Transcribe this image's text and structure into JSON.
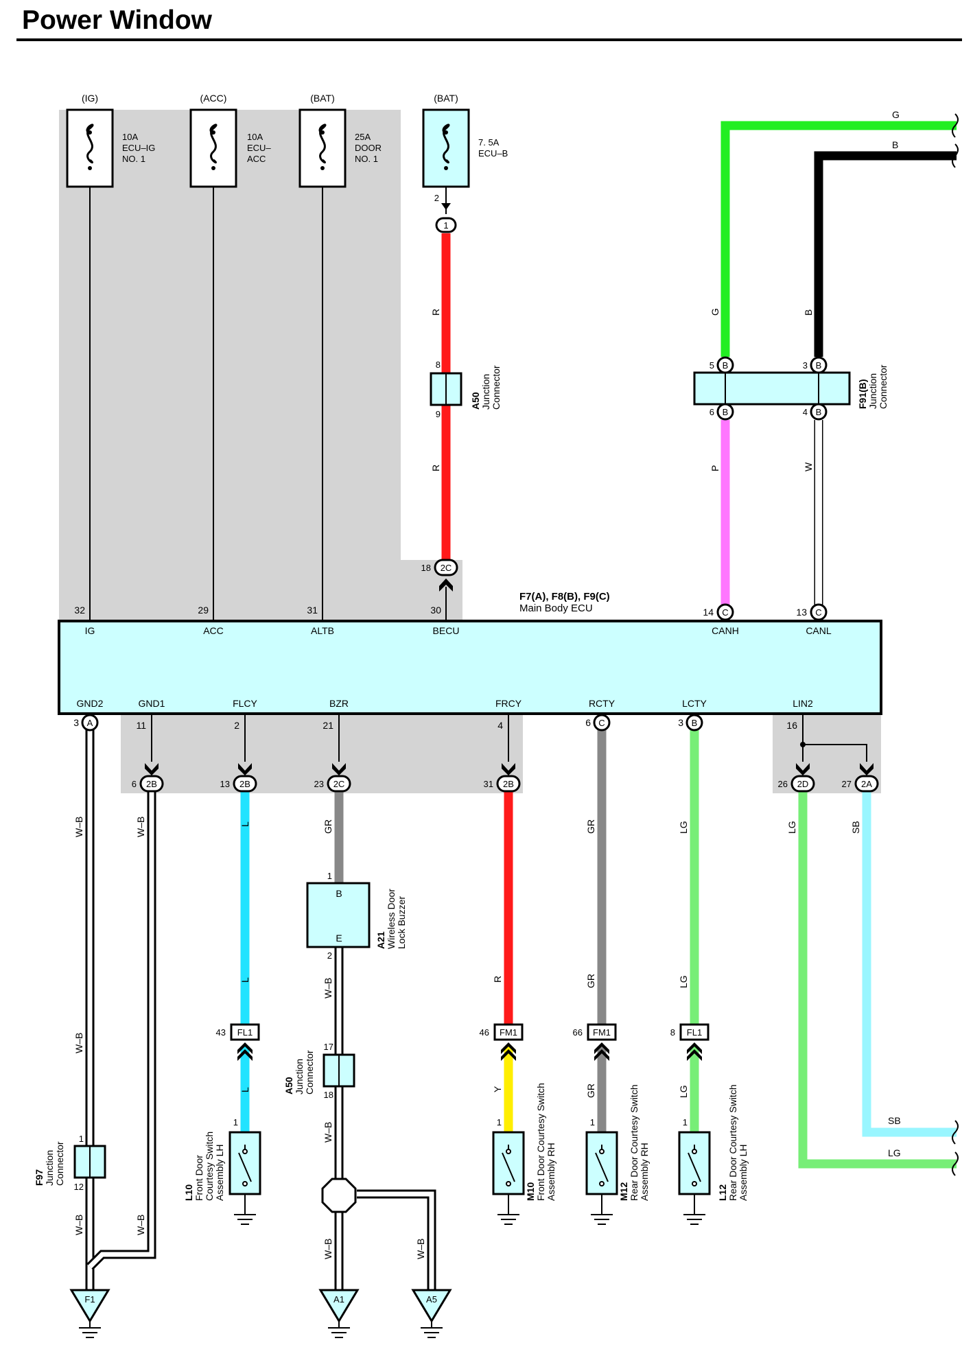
{
  "title": "Power Window",
  "colors": {
    "R": "#ff1a1a",
    "G": "#22ee22",
    "B": "#000000",
    "P": "#ff77ff",
    "W": "#ffffff",
    "L": "#22e3ff",
    "GR": "#888888",
    "LG": "#77ee77",
    "SB": "#99f6ff",
    "Y": "#ffee00",
    "component_fill": "#ccffff",
    "shade": "#d4d4d4"
  },
  "fuses": [
    {
      "source": "(IG)",
      "rating": [
        "10A",
        "ECU–IG",
        "NO. 1"
      ]
    },
    {
      "source": "(ACC)",
      "rating": [
        "10A",
        "ECU–",
        "ACC"
      ]
    },
    {
      "source": "(BAT)",
      "rating": [
        "25A",
        "DOOR",
        "NO. 1"
      ]
    },
    {
      "source": "(BAT)",
      "rating": [
        "7. 5A",
        "ECU–B"
      ],
      "pin": "2"
    }
  ],
  "wire_labels": [
    "R",
    "R",
    "G",
    "B",
    "P",
    "W",
    "G",
    "B",
    "W–B",
    "W–B",
    "L",
    "GR",
    "R",
    "GR",
    "LG",
    "LG",
    "SB",
    "W–B",
    "L",
    "L",
    "W–B",
    "W–B",
    "R",
    "Y",
    "GR",
    "GR",
    "LG",
    "LG",
    "W–B",
    "W–B",
    "W–B",
    "W–B",
    "SB",
    "LG"
  ],
  "junction_connector_a50_top": {
    "code": "A50",
    "name": [
      "Junction",
      "Connector"
    ],
    "pin_in": "8",
    "pin_out": "9",
    "top_pin": "1"
  },
  "junction_connector_f91": {
    "code": "F91(B)",
    "name": [
      "Junction",
      "Connector"
    ],
    "pins": [
      "5",
      "3",
      "6",
      "4"
    ],
    "mark": "B"
  },
  "ecu": {
    "connectors": "F7(A), F8(B), F9(C)",
    "name": "Main Body ECU",
    "top_pins": [
      {
        "num": "32",
        "label": "IG"
      },
      {
        "num": "29",
        "label": "ACC"
      },
      {
        "num": "31",
        "label": "ALTB"
      },
      {
        "num": "30",
        "label": "BECU"
      },
      {
        "num": "14",
        "label": "CANH",
        "mark": "C"
      },
      {
        "num": "13",
        "label": "CANL",
        "mark": "C"
      }
    ],
    "bottom_pins": [
      {
        "num": "3",
        "label": "GND2",
        "mark": "A"
      },
      {
        "num": "11",
        "label": "GND1"
      },
      {
        "num": "2",
        "label": "FLCY"
      },
      {
        "num": "21",
        "label": "BZR"
      },
      {
        "num": "4",
        "label": "FRCY"
      },
      {
        "num": "6",
        "label": "RCTY",
        "mark": "C"
      },
      {
        "num": "3",
        "label": "LCTY",
        "mark": "B"
      },
      {
        "num": "16",
        "label": "LIN2"
      }
    ]
  },
  "junction_blocks": [
    {
      "num": "18",
      "mark": "2C"
    },
    {
      "num": "6",
      "mark": "2B"
    },
    {
      "num": "13",
      "mark": "2B"
    },
    {
      "num": "23",
      "mark": "2C"
    },
    {
      "num": "31",
      "mark": "2B"
    },
    {
      "num": "26",
      "mark": "2D"
    },
    {
      "num": "27",
      "mark": "2A"
    }
  ],
  "buzzer": {
    "code": "A21",
    "name": [
      "Wireless Door",
      "Lock Buzzer"
    ],
    "terminals": [
      "B",
      "E"
    ],
    "pins": [
      "1",
      "2"
    ]
  },
  "junction_connector_a50_bottom": {
    "code": "A50",
    "name": [
      "Junction",
      "Connector"
    ],
    "pins": [
      "17",
      "18"
    ]
  },
  "junction_connector_f97": {
    "code": "F97",
    "name": [
      "Junction",
      "Connector"
    ],
    "pins": [
      "1",
      "12"
    ]
  },
  "inline_connectors": [
    {
      "num": "43",
      "label": "FL1"
    },
    {
      "num": "46",
      "label": "FM1"
    },
    {
      "num": "66",
      "label": "FM1"
    },
    {
      "num": "8",
      "label": "FL1"
    }
  ],
  "switches": [
    {
      "code": "L10",
      "name": [
        "Front Door",
        "Courtesy Switch",
        "Assembly LH"
      ],
      "pin": "1"
    },
    {
      "code": "M10",
      "name": [
        "Front Door Courtesy Switch",
        "Assembly RH"
      ],
      "pin": "1"
    },
    {
      "code": "M12",
      "name": [
        "Rear Door Courtesy Switch",
        "Assembly RH"
      ],
      "pin": "1"
    },
    {
      "code": "L12",
      "name": [
        "Rear Door Courtesy Switch",
        "Assembly LH"
      ],
      "pin": "1"
    }
  ],
  "grounds": [
    "F1",
    "A1",
    "A5"
  ]
}
